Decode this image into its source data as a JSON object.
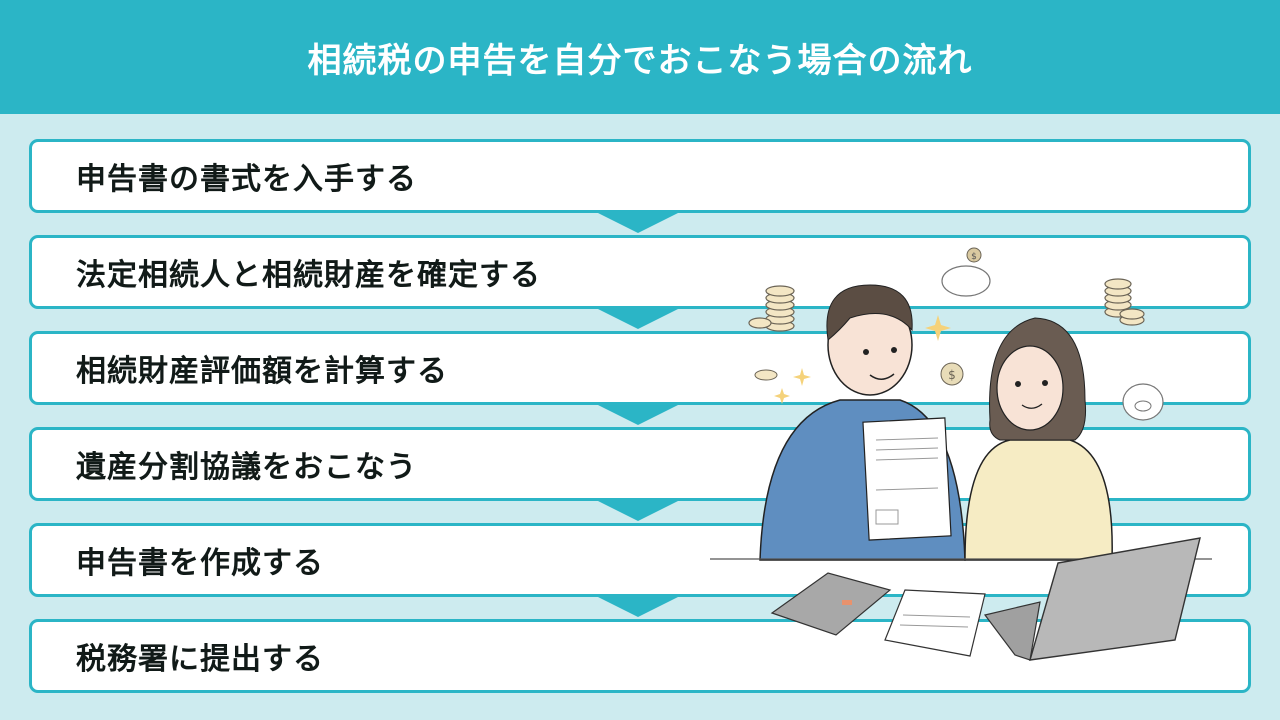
{
  "header": {
    "title": "相続税の申告を自分でおこなう場合の流れ"
  },
  "steps": [
    {
      "label": "申告書の書式を入手する"
    },
    {
      "label": "法定相続人と相続財産を確定する"
    },
    {
      "label": "相続財産評価額を計算する"
    },
    {
      "label": "遺産分割協議をおこなう"
    },
    {
      "label": "申告書を作成する"
    },
    {
      "label": "税務署に提出する"
    }
  ],
  "colors": {
    "accent": "#2bb5c6",
    "background": "#cdebef",
    "box": "#ffffff",
    "text": "#111a18"
  },
  "illustration": {
    "description": "man holding document and woman with hands on cheeks at a desk with calculator, papers, laptop, coins and piggy banks",
    "icons": [
      "coin-stack-icon",
      "piggy-bank-icon",
      "dollar-coin-icon",
      "sparkle-icon",
      "calculator-icon",
      "document-icon",
      "laptop-icon"
    ]
  }
}
